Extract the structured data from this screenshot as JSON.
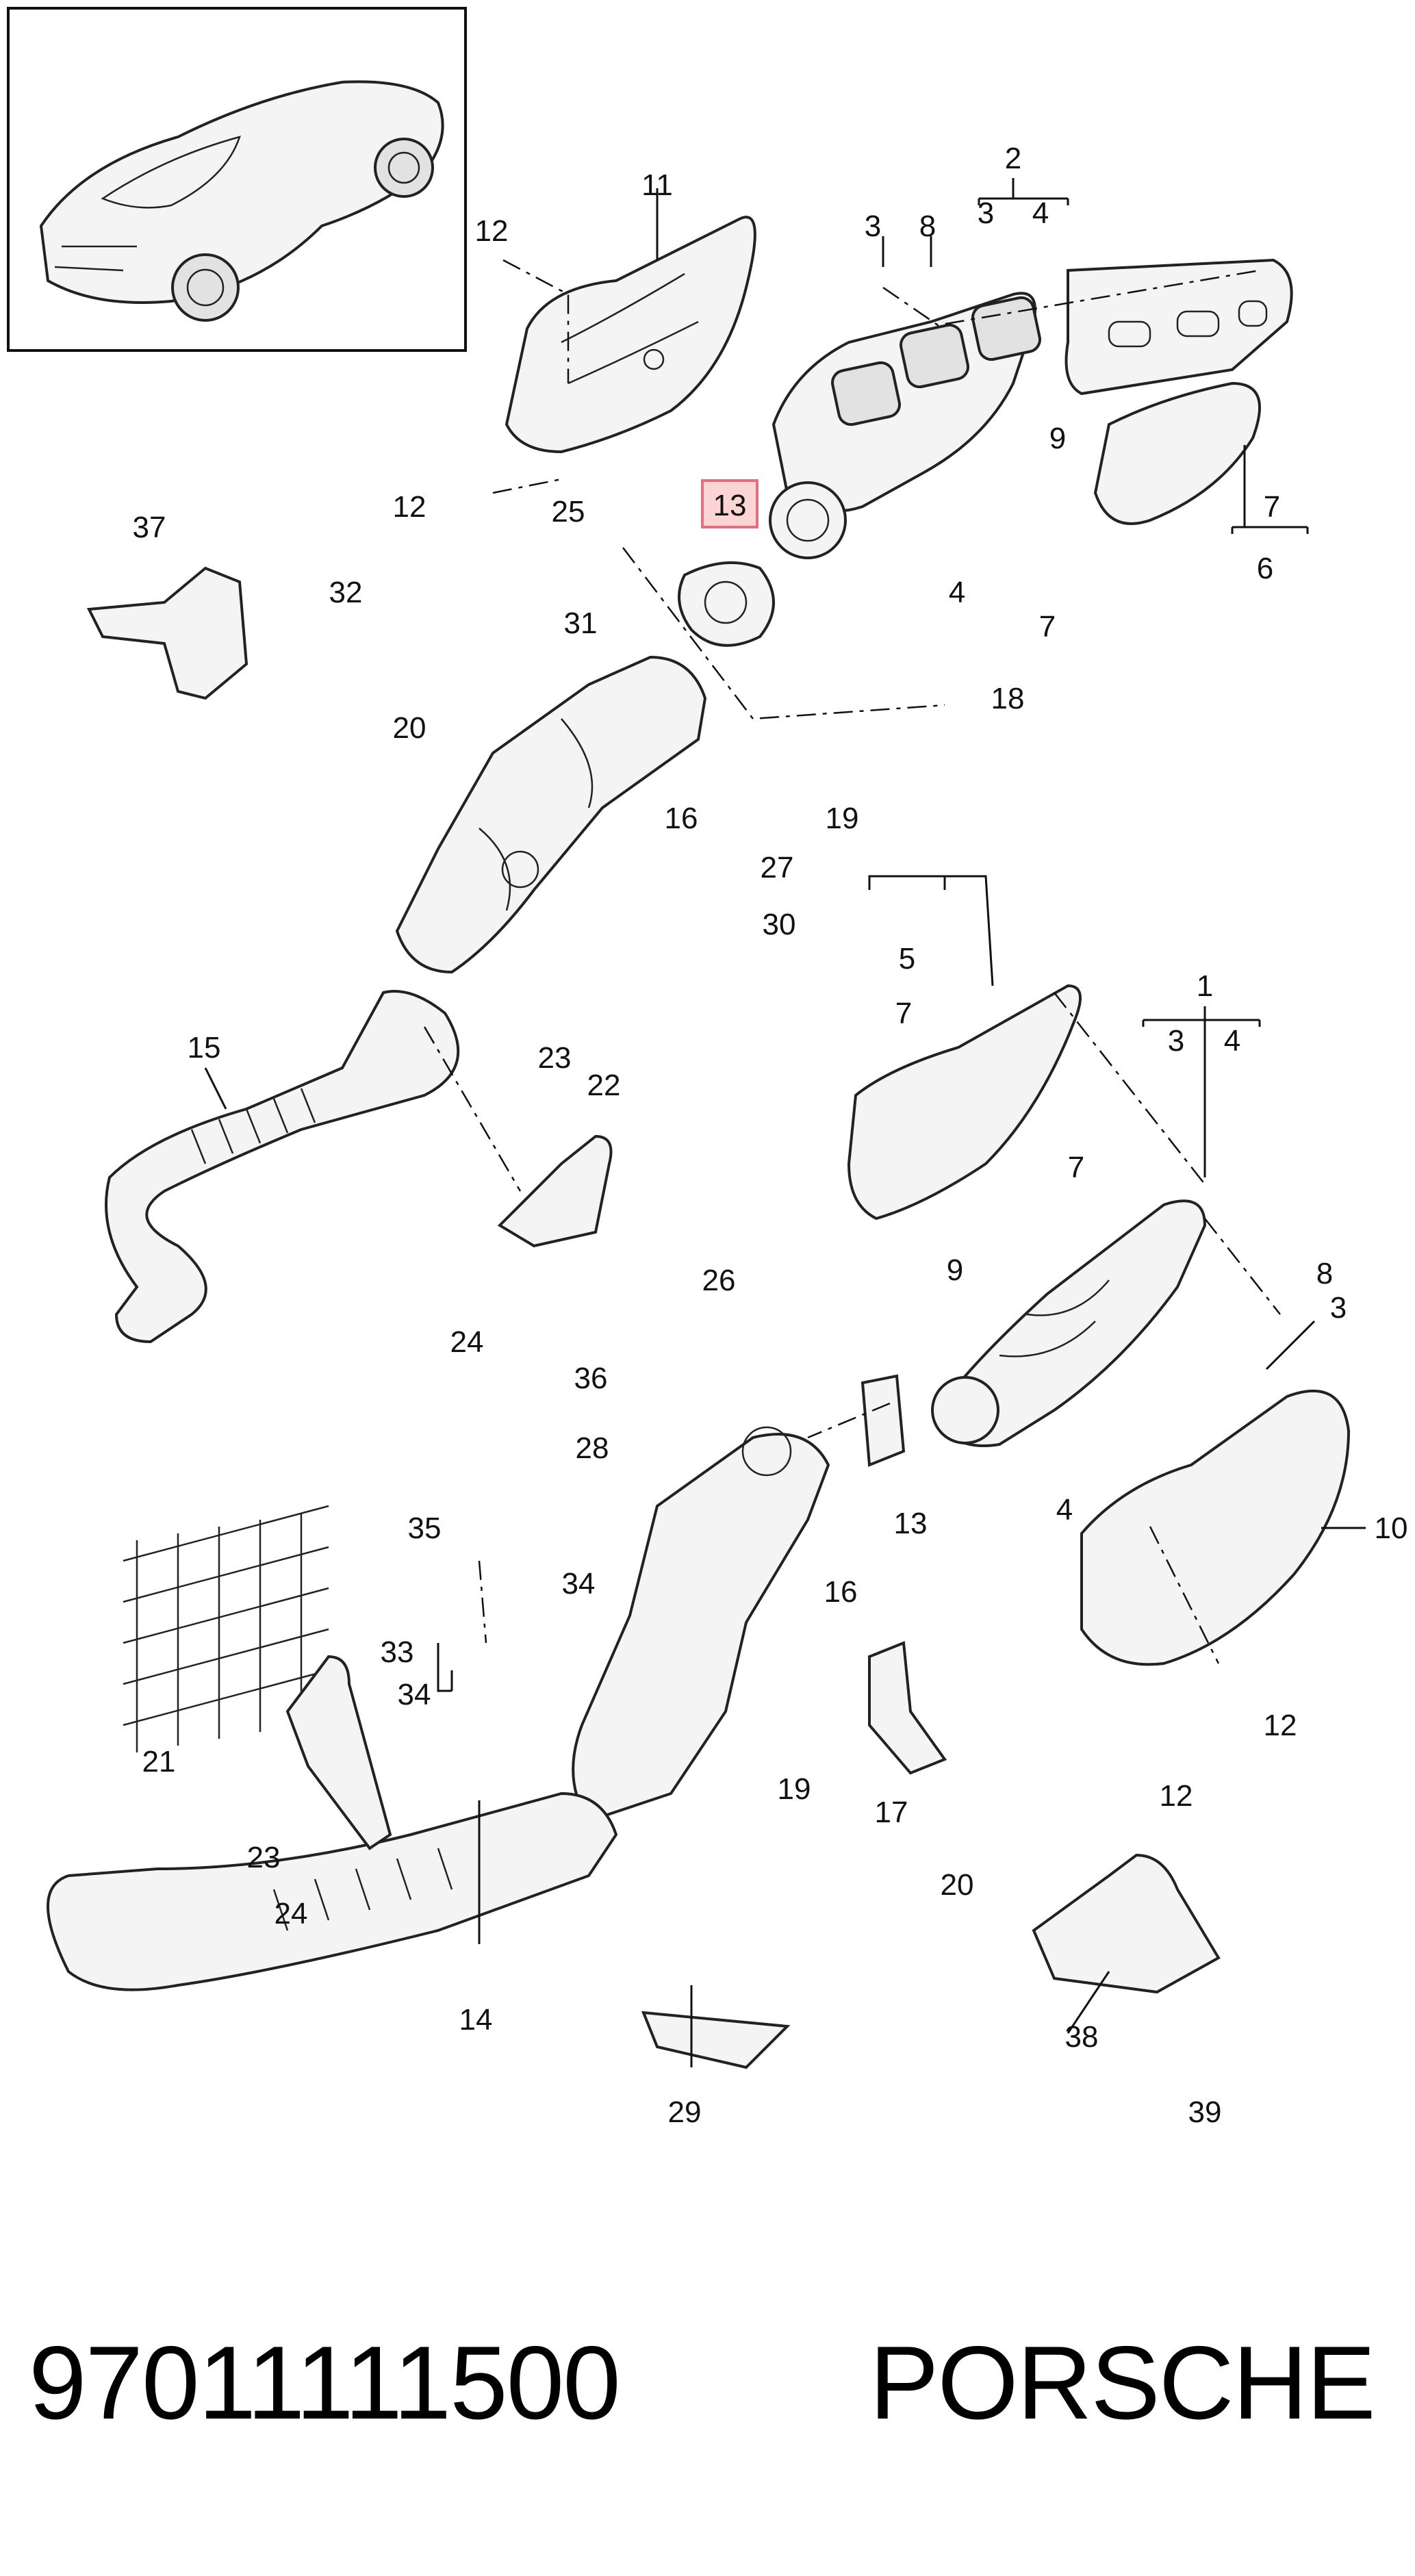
{
  "callouts": {
    "c1": "1",
    "c2": "2",
    "c3": "3",
    "c4": "4",
    "c5": "5",
    "c6": "6",
    "c7": "7",
    "c8": "8",
    "c9": "9",
    "c10": "10",
    "c11": "11",
    "c12": "12",
    "c13": "13",
    "c14": "14",
    "c15": "15",
    "c16": "16",
    "c17": "17",
    "c18": "18",
    "c19": "19",
    "c20": "20",
    "c21": "21",
    "c22": "22",
    "c23": "23",
    "c24": "24",
    "c25": "25",
    "c26": "26",
    "c27": "27",
    "c28": "28",
    "c29": "29",
    "c30": "30",
    "c31": "31",
    "c32": "32",
    "c33": "33",
    "c34": "34",
    "c35": "35",
    "c36": "36",
    "c37": "37",
    "c38": "38",
    "c39": "39"
  },
  "highlighted_callout": "13",
  "highlight_color": "#e0707a",
  "footer": {
    "part_number": "97011111500",
    "brand": "PORSCHE"
  }
}
